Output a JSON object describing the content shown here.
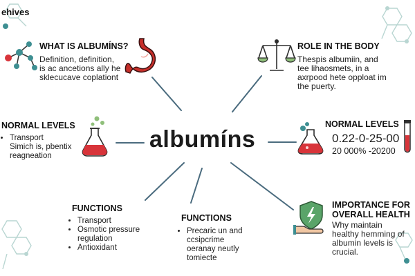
{
  "corner_label": "ehives",
  "center_title": "albumíns",
  "panels": {
    "what_is": {
      "heading": "WHAT IS ALBUMÍNS?",
      "lines": [
        "Definition, definition,",
        "is ac ancetions ally he",
        "sklecucave coplationt"
      ]
    },
    "role": {
      "heading": "ROLE IN THE BODY",
      "lines": [
        "Thespis albumiin, and",
        "tee lihaosmets, in a",
        "axrpood hete opploat im",
        "the puerty."
      ]
    },
    "normal_left": {
      "heading": "NORMAL LEVELS",
      "items": [
        "Transport",
        "Simich is, pbentix",
        "reagneation"
      ]
    },
    "normal_right": {
      "heading": "NORMAL LEVELS",
      "value_primary": "0.22-0-25-00",
      "value_secondary": "20 000% -20200"
    },
    "functions_left": {
      "heading": "FUNCTIONS",
      "items": [
        "Transport",
        "Osmotic pressure regulation",
        "Antioxidant"
      ]
    },
    "functions_mid": {
      "heading": "FUNCTIONS",
      "items": [
        "Precaric un and ccsipcrime",
        "oeranay neutly",
        "tomiecte"
      ]
    },
    "importance": {
      "heading_line1": "IMPORTANCE FOR",
      "heading_line2": "OVERALL HEALTH",
      "lines": [
        "Why maintain",
        "healthy hemming of",
        "albumin levels is crucial."
      ]
    }
  },
  "icons": [
    "molecule-icon",
    "stomach-icon",
    "balance-scale-icon",
    "flask-icon",
    "test-tube-icon",
    "shield-hand-icon",
    "hexagon-network-icon"
  ],
  "colors": {
    "connector": "#4a6b7e",
    "organ_red": "#c62f2a",
    "liquid_red": "#d8343a",
    "scale_green": "#8fbf7a",
    "shield_green": "#5aa469",
    "teal": "#3e8f92",
    "hex_decor": "#b9d6d2"
  }
}
